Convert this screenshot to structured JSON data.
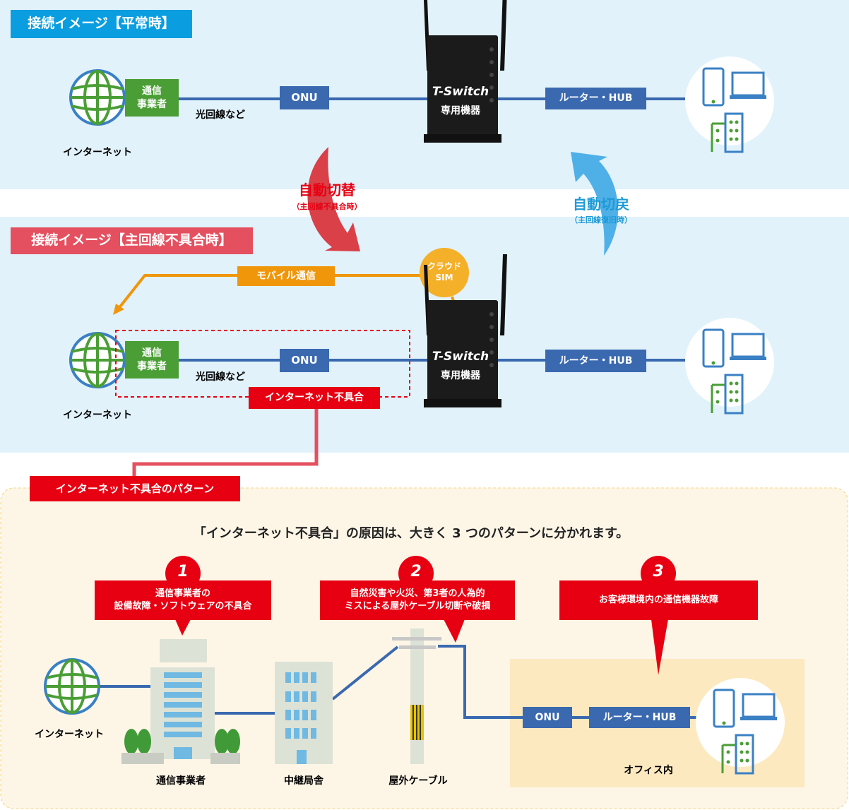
{
  "normal": {
    "title": "接続イメージ【平常時】",
    "carrier": [
      "通信",
      "事業者"
    ],
    "fiber": "光回線など",
    "onu": "ONU",
    "device_brand": "T-Switch",
    "device_sub": "専用機器",
    "router": "ルーター・HUB",
    "internet": "インターネット"
  },
  "switch_over": {
    "label": "自動切替",
    "sub": "（主回線不具合時）"
  },
  "switch_back": {
    "label": "自動切戻",
    "sub": "（主回線復旧時）"
  },
  "failure": {
    "title": "接続イメージ【主回線不具合時】",
    "mobile": "モバイル通信",
    "sim": [
      "クラウド",
      "SIM"
    ],
    "carrier": [
      "通信",
      "事業者"
    ],
    "fiber": "光回線など",
    "onu": "ONU",
    "device_brand": "T-Switch",
    "device_sub": "専用機器",
    "router": "ルーター・HUB",
    "internet": "インターネット",
    "fault": "インターネット不具合"
  },
  "patterns": {
    "tab": "インターネット不具合のパターン",
    "heading": "「インターネット不具合」の原因は、大きく 3 つのパターンに分かれます。",
    "items": [
      {
        "num": "1",
        "lines": [
          "通信事業者の",
          "設備故障・ソフトウェアの不具合"
        ]
      },
      {
        "num": "2",
        "lines": [
          "自然災害や火災、第3者の人為的",
          "ミスによる屋外ケーブル切断や破損"
        ]
      },
      {
        "num": "3",
        "lines": [
          "お客様環境内の通信機器故障"
        ]
      }
    ],
    "labels": {
      "internet": "インターネット",
      "carrier": "通信事業者",
      "relay": "中継局舎",
      "cable": "屋外ケーブル",
      "office": "オフィス内",
      "onu": "ONU",
      "router": "ルーター・HUB"
    }
  },
  "colors": {
    "blue_panel": "#e1f2fb",
    "title_blue": "#0a9de0",
    "title_red": "#e4505f",
    "alert_red": "#e60012",
    "line_blue": "#3a69b0",
    "green": "#4a9e35",
    "orange": "#f0960a",
    "cream": "#fdf6e7"
  }
}
